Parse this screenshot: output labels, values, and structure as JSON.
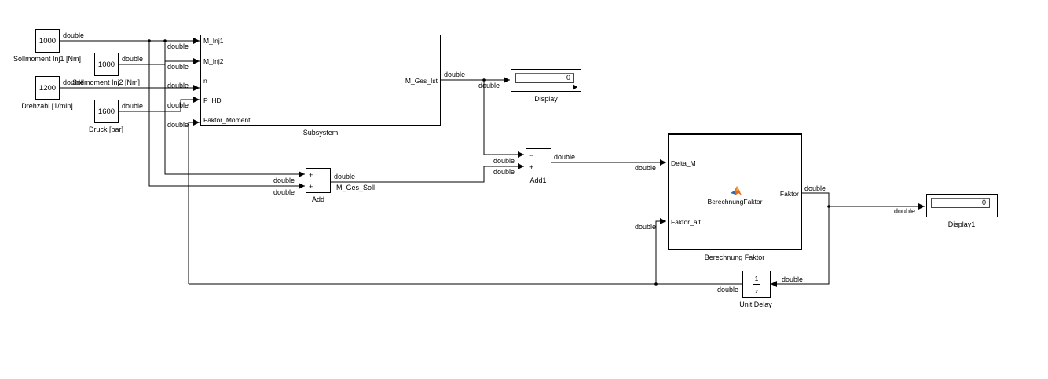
{
  "signal_type": "double",
  "constants": {
    "c1": {
      "value": "1000",
      "caption": "Sollmoment Inj1 [Nm]"
    },
    "c2": {
      "value": "1000",
      "caption": "Sollmoment Inj2 [Nm]"
    },
    "c3": {
      "value": "1200",
      "caption": "Drehzahl [1/min]"
    },
    "c4": {
      "value": "1600",
      "caption": "Druck [bar]"
    }
  },
  "subsystem": {
    "caption": "Subsystem",
    "inputs": [
      "M_Inj1",
      "M_Inj2",
      "n",
      "P_HD",
      "Faktor_Moment"
    ],
    "output": "M_Ges_Ist"
  },
  "display": {
    "caption": "Display",
    "value": "0"
  },
  "display1": {
    "caption": "Display1",
    "value": "0"
  },
  "add": {
    "caption": "Add",
    "signs": [
      "+",
      "+"
    ],
    "output_label": "M_Ges_Soll"
  },
  "add1": {
    "caption": "Add1",
    "signs": [
      "−",
      "+"
    ]
  },
  "berechnung": {
    "caption": "Berechnung Faktor",
    "function_name": "BerechnungFaktor",
    "inputs": [
      "Delta_M",
      "Faktor_alt"
    ],
    "output": "Faktor"
  },
  "unit_delay": {
    "caption": "Unit Delay",
    "numerator": "1",
    "denominator": "z"
  }
}
